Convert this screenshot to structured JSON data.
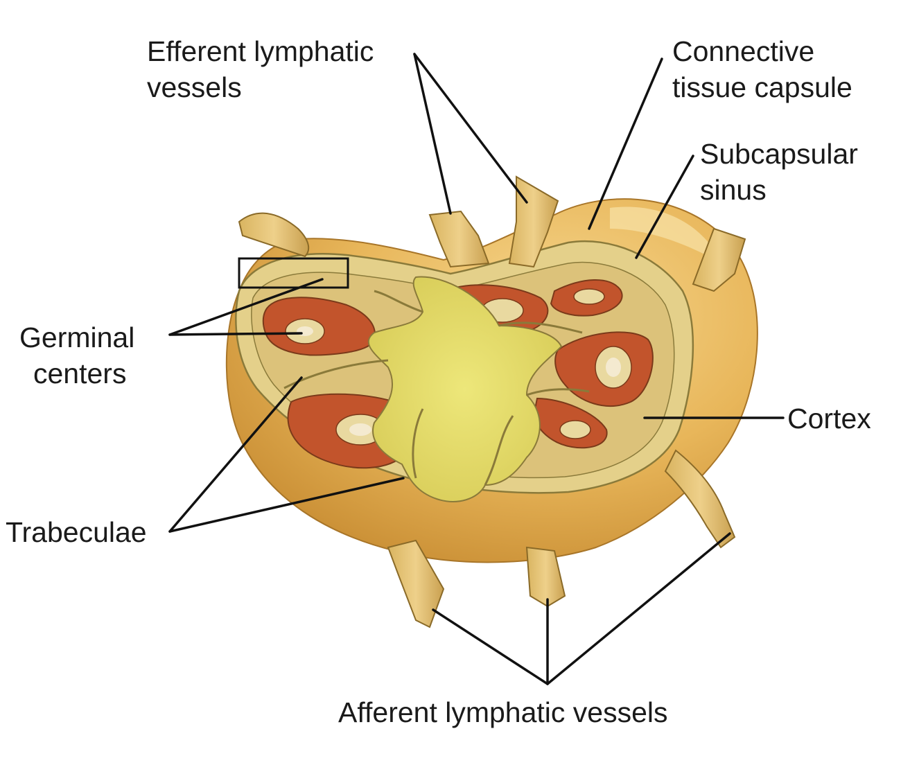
{
  "labels": {
    "efferent": {
      "line1": "Efferent lymphatic",
      "line2": "vessels"
    },
    "capsule": {
      "line1": "Connective",
      "line2": "tissue capsule"
    },
    "subcapsular": {
      "line1": "Subcapsular",
      "line2": "sinus"
    },
    "germinal": {
      "line1": "Germinal",
      "line2": "centers"
    },
    "cortex": "Cortex",
    "trabeculae": "Trabeculae",
    "afferent": "Afferent lymphatic vessels"
  },
  "colors": {
    "capsule_outer": "#e8b65a",
    "capsule_shadow": "#c98e34",
    "sinus_band": "#e7d48a",
    "medulla": "#e6de6a",
    "cortex_red": "#c2542c",
    "germinal_inner": "#e9d9a0",
    "leader_line": "#111111",
    "label_text": "#1a1a1a"
  }
}
